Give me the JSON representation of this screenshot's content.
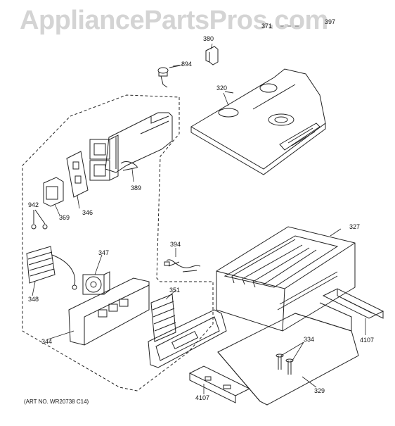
{
  "watermark": "AppliancePartsPros.com",
  "art_number": "(ART NO. WR20738 C14)",
  "labels": {
    "p371": "371",
    "p397": "397",
    "p380": "380",
    "p894": "894",
    "p320": "320",
    "p389": "389",
    "p346": "346",
    "p369": "369",
    "p942": "942",
    "p394": "394",
    "p327": "327",
    "p347": "347",
    "p348": "348",
    "p351": "351",
    "p344": "344",
    "p334": "334",
    "p4107a": "4107",
    "p4107b": "4107",
    "p329": "329"
  },
  "colors": {
    "line": "#222222",
    "watermark": "#d4d4d4"
  }
}
